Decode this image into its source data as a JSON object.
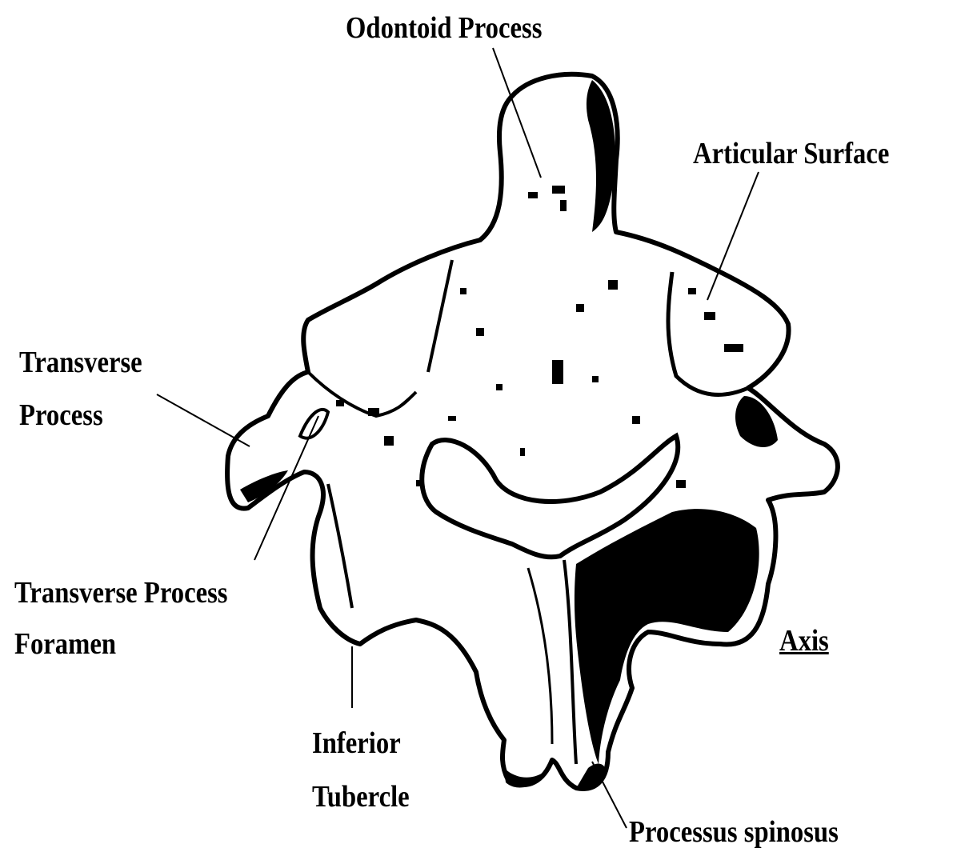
{
  "diagram": {
    "title": "Axis",
    "labels": {
      "odontoid": "Odontoid  Process",
      "articular": "Articular  Surface",
      "transverse_l1": "Transverse",
      "transverse_l2": "Process",
      "foramen_l1": "Transverse Process",
      "foramen_l2": "Foramen",
      "tubercle_l1": "Inferior",
      "tubercle_l2": "Tubercle",
      "spinosus": "Processus  spinosus"
    },
    "colors": {
      "ink": "#000000",
      "paper": "#ffffff"
    }
  }
}
